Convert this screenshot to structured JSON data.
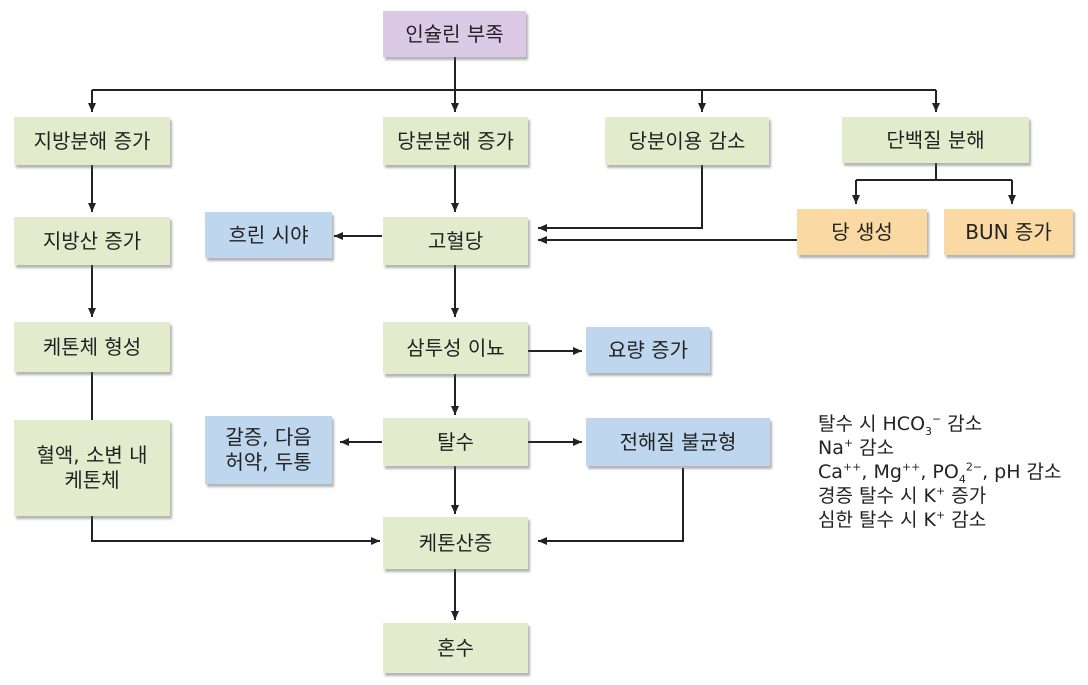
{
  "boxes": {
    "insulin_deficiency": "인슐린 부족",
    "lipolysis_increase": "지방분해 증가",
    "glycogenolysis_increase": "당분분해 증가",
    "glucose_utilization_decrease": "당분이용 감소",
    "protein_breakdown": "단백질 분해",
    "fatty_acid_increase": "지방산 증가",
    "blurred_vision": "흐린 시야",
    "hyperglycemia": "고혈당",
    "gluconeogenesis": "당 생성",
    "bun_increase": "BUN 증가",
    "ketone_formation": "케톤체 형성",
    "osmotic_diuresis": "삼투성 이뇨",
    "urine_volume_increase": "요량 증가",
    "ketones_in_blood_urine": "혈액, 소변 내\n케톤체",
    "thirst_symptoms": "갈증, 다음\n허약, 두통",
    "dehydration": "탈수",
    "electrolyte_imbalance": "전해질 불균형",
    "ketoacidosis": "케톤산증",
    "coma": "혼수"
  },
  "notes": {
    "line1": {
      "a": "탈수 시 HCO",
      "sub": "3",
      "sup": "−",
      "b": " 감소"
    },
    "line2": {
      "a": "Na",
      "sup": "+",
      "b": " 감소"
    },
    "line3": {
      "a": "Ca",
      "sup1": "++",
      "b": ", Mg",
      "sup2": "++",
      "c": ", PO",
      "sub": "4",
      "sup3": "2−",
      "d": ", pH 감소"
    },
    "line4": {
      "a": "경증 탈수 시 K",
      "sup": "+",
      "b": " 증가"
    },
    "line5": {
      "a": "심한 탈수 시 K",
      "sup": "+",
      "b": " 감소"
    }
  },
  "colors": {
    "primary": "#dcc9e6",
    "process": "#e2eccd",
    "symptom": "#bed6ee",
    "protein_product": "#fbd9a3",
    "arrow": "#222222"
  }
}
